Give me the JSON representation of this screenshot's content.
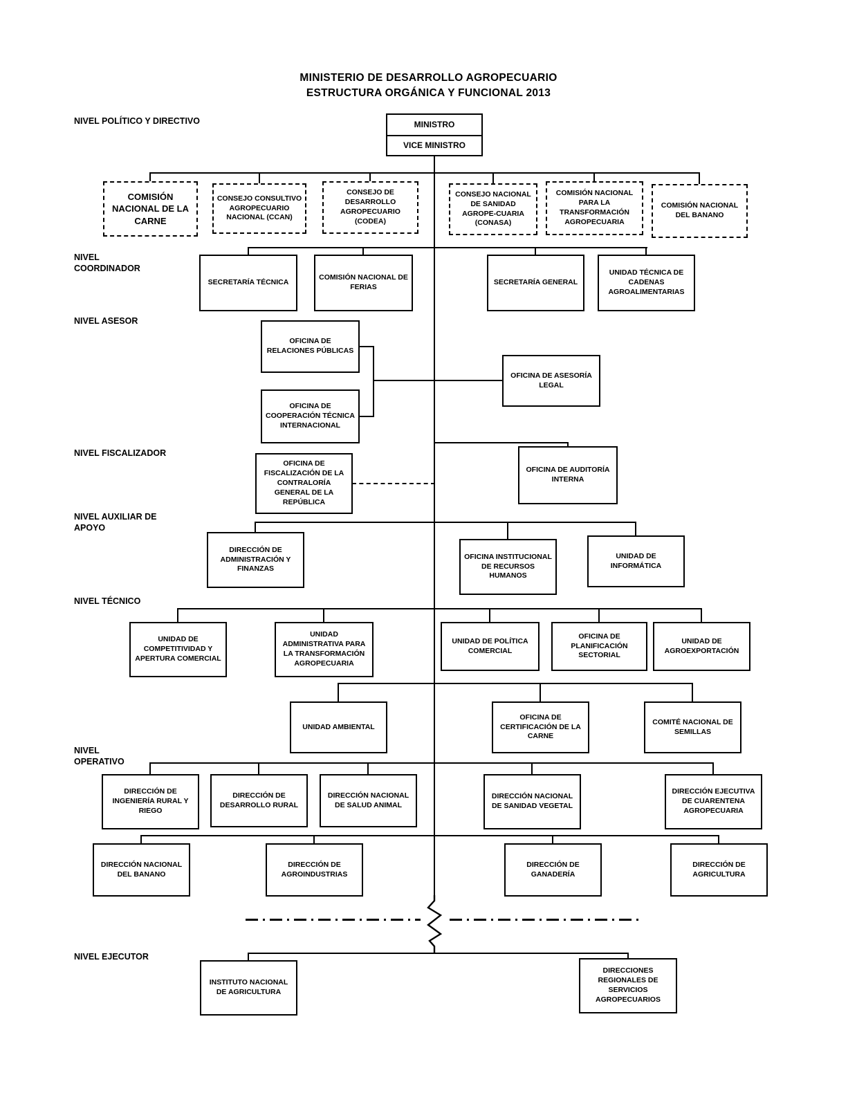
{
  "title": {
    "line1": "MINISTERIO DE DESARROLLO AGROPECUARIO",
    "line2": "ESTRUCTURA ORGÁNICA Y FUNCIONAL 2013"
  },
  "level_labels": {
    "politico": "NIVEL POLÍTICO Y DIRECTIVO",
    "coordinador": "NIVEL COORDINADOR",
    "asesor": "NIVEL ASESOR",
    "fiscalizador": "NIVEL FISCALIZADOR",
    "auxiliar": "NIVEL AUXILIAR DE APOYO",
    "tecnico": "NIVEL TÉCNICO",
    "operativo": "NIVEL OPERATIVO",
    "ejecutor": "NIVEL EJECUTOR"
  },
  "nodes": {
    "directivo": {
      "ministro": "MINISTRO",
      "vice_ministro": "VICE MINISTRO"
    },
    "consejos": {
      "carne": "COMISIÓN NACIONAL DE LA CARNE",
      "ccan": "CONSEJO CONSULTIVO AGROPECUARIO NACIONAL (CCAN)",
      "codea": "CONSEJO DE DESARROLLO AGROPECUARIO (CODEA)",
      "conasa": "CONSEJO NACIONAL DE SANIDAD AGROPE-CUARIA (CONASA)",
      "transformacion": "COMISIÓN NACIONAL PARA LA TRANSFORMACIÓN AGROPECUARIA",
      "banano": "COMISIÓN NACIONAL DEL BANANO"
    },
    "coordinador": {
      "secretaria_tecnica": "SECRETARÍA TÉCNICA",
      "ferias": "COMISIÓN NACIONAL DE FERIAS",
      "secretaria_general": "SECRETARÍA GENERAL",
      "cadenas": "UNIDAD TÉCNICA DE CADENAS AGROALIMENTARIAS"
    },
    "asesor": {
      "relaciones_publicas": "OFICINA DE RELACIONES PÚBLICAS",
      "asesoria_legal": "OFICINA DE ASESORÍA LEGAL",
      "cooperacion": "OFICINA DE COOPERACIÓN TÉCNICA INTERNACIONAL"
    },
    "fiscalizador": {
      "contraloria": "OFICINA DE FISCALIZACIÓN DE LA CONTRALORÍA GENERAL DE LA REPÚBLICA",
      "auditoria": "OFICINA DE AUDITORÍA INTERNA"
    },
    "auxiliar": {
      "admin_finanzas": "DIRECCIÓN DE ADMINISTRACIÓN Y FINANZAS",
      "recursos_humanos": "OFICINA INSTITUCIONAL DE RECURSOS HUMANOS",
      "informatica": "UNIDAD DE INFORMÁTICA"
    },
    "tecnico": {
      "competitividad": "UNIDAD DE COMPETITIVIDAD Y APERTURA COMERCIAL",
      "uatp": "UNIDAD ADMINISTRATIVA PARA LA TRANSFORMACIÓN AGROPECUARIA",
      "politica_comercial": "UNIDAD DE POLÍTICA COMERCIAL",
      "planificacion": "OFICINA DE PLANIFICACIÓN SECTORIAL",
      "agroexportacion": "UNIDAD DE AGROEXPORTACIÓN",
      "ambiental": "UNIDAD AMBIENTAL",
      "certificacion_carne": "OFICINA DE CERTIFICACIÓN DE LA CARNE",
      "semillas": "COMITÉ NACIONAL DE SEMILLAS"
    },
    "operativo": {
      "ingenieria_rural": "DIRECCIÓN DE INGENIERÍA RURAL Y RIEGO",
      "desarrollo_rural": "DIRECCIÓN DE DESARROLLO RURAL",
      "salud_animal": "DIRECCIÓN NACIONAL DE SALUD ANIMAL",
      "sanidad_vegetal": "DIRECCIÓN NACIONAL DE SANIDAD VEGETAL",
      "cuarentena": "DIRECCIÓN EJECUTIVA DE CUARENTENA AGROPECUARIA",
      "dir_banano": "DIRECCIÓN NACIONAL DEL BANANO",
      "agroindustrias": "DIRECCIÓN DE AGROINDUSTRIAS",
      "ganaderia": "DIRECCIÓN DE GANADERÍA",
      "agricultura": "DIRECCIÓN DE AGRICULTURA"
    },
    "ejecutor": {
      "ina": "INSTITUTO NACIONAL DE AGRICULTURA",
      "regionales": "DIRECCIONES REGIONALES DE SERVICIOS AGROPECUARIOS"
    }
  },
  "colors": {
    "line": "#000000",
    "box_border": "#000000",
    "background": "#ffffff",
    "text": "#000000"
  }
}
